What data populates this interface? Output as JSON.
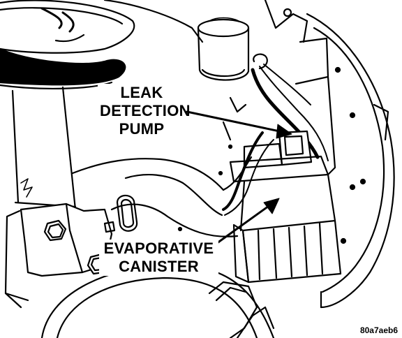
{
  "labels": {
    "leak_detection_pump": {
      "line1": "LEAK",
      "line2": "DETECTION",
      "line3": "PUMP"
    },
    "evaporative_canister": {
      "line1": "EVAPORATIVE",
      "line2": "CANISTER"
    }
  },
  "figure_id": "80a7aeb6",
  "colors": {
    "line": "#000000",
    "background": "#ffffff"
  }
}
